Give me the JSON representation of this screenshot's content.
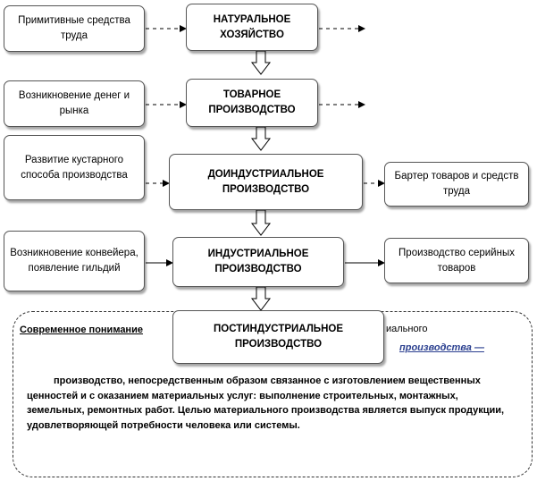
{
  "left_boxes": {
    "primitive_tools": "Примитивные средства труда",
    "money_market": "Возникновение денег и рынка",
    "handicraft": "Развитие кустарного способа производства",
    "conveyor": "Возникновение конвейера, появление гильдий"
  },
  "main_boxes": {
    "natural": "НАТУРАЛЬНОЕ ХОЗЯЙСТВО",
    "commodity": "ТОВАРНОЕ ПРОИЗВОДСТВО",
    "preindustrial": "ДОИНДУСТРИАЛЬНОЕ ПРОИЗВОДСТВО",
    "industrial": "ИНДУСТРИАЛЬНОЕ ПРОИЗВОДСТВО",
    "postindustrial": "ПОСТИНДУСТРИАЛЬНОЕ ПРОИЗВОДСТВО"
  },
  "right_boxes": {
    "barter": "Бартер товаров и средств труда",
    "serial": "Производство серийных товаров"
  },
  "bottom": {
    "modern_label": "Современное понимание",
    "fragment_right": "иального",
    "fragment_word": "производства —",
    "definition": "производство, непосредственным образом связанное с изготовлением вещественных ценностей и с оказанием материальных услуг: выполнение строительных, монтажных, земельных, ремонтных работ. Целью материального производства является выпуск продукции, удовлетворяющей потребности человека или системы."
  }
}
